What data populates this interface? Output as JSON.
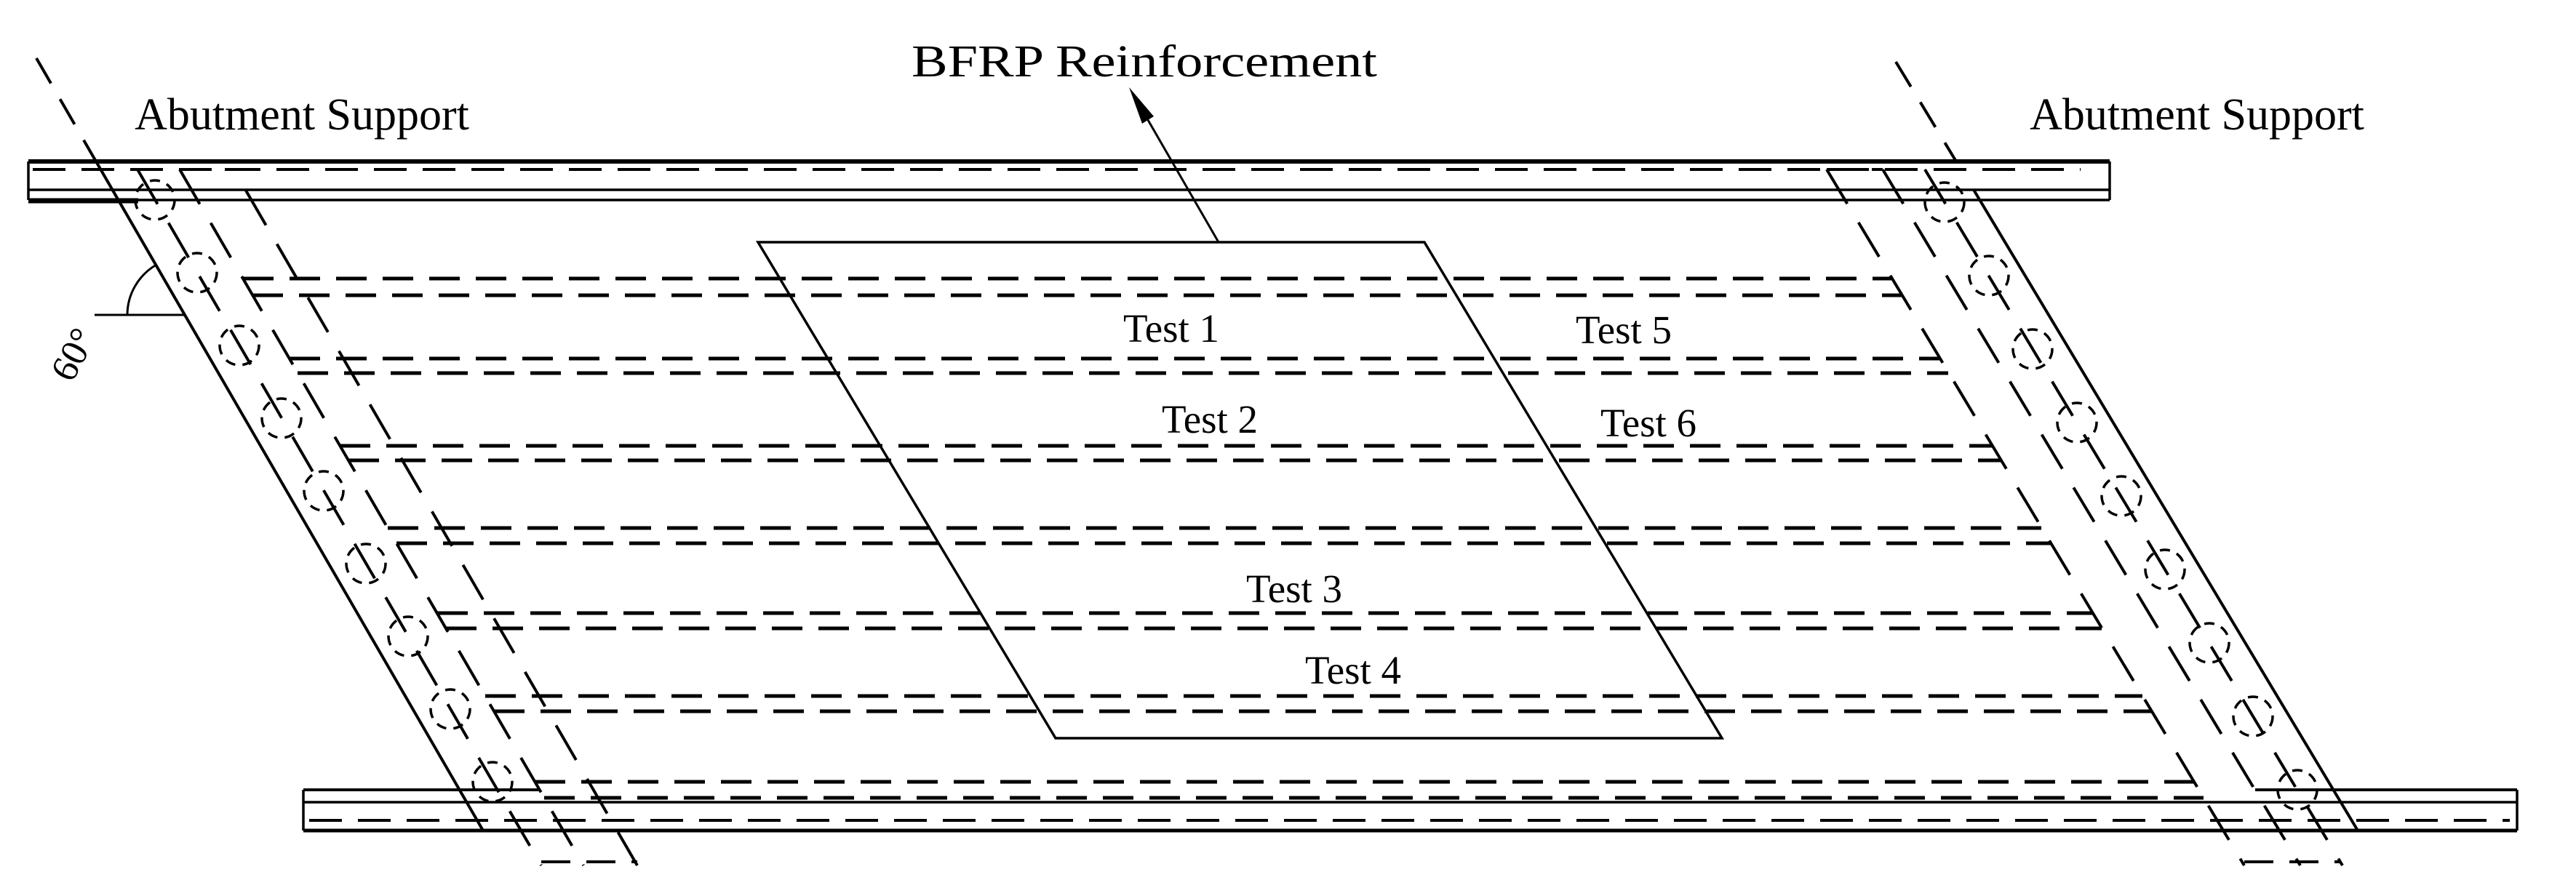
{
  "diagram": {
    "title": "BFRP Reinforcement",
    "labels": {
      "abutment_support_left": "Abutment Support",
      "abutment_support_right": "Abutment Support",
      "bfrp_reinforcement": "BFRP Reinforcement",
      "skew_angle": "60°"
    },
    "tests": [
      {
        "label": "Test 1"
      },
      {
        "label": "Test 2"
      },
      {
        "label": "Test 3"
      },
      {
        "label": "Test 4"
      },
      {
        "label": "Test 5"
      },
      {
        "label": "Test 6"
      }
    ],
    "colors": {
      "line": "#000000",
      "background": "#ffffff"
    }
  }
}
